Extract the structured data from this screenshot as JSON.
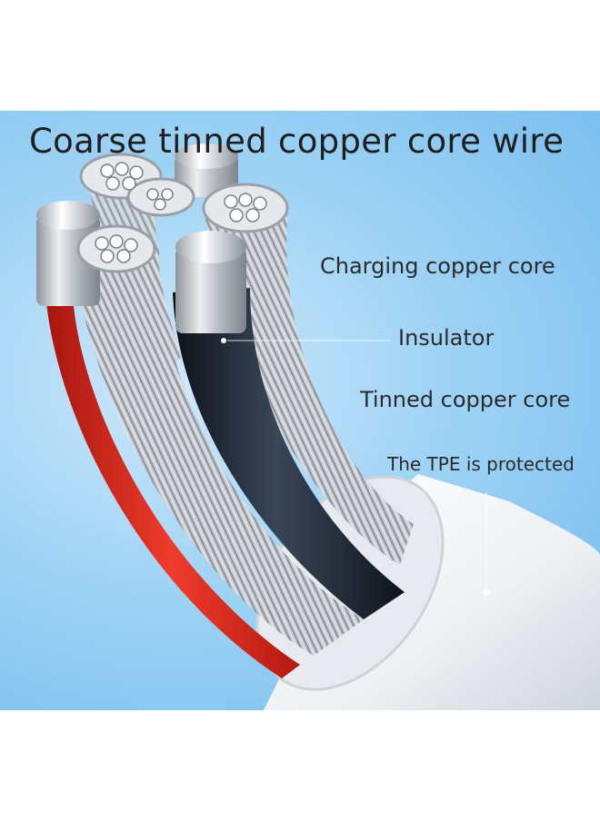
{
  "image": {
    "title": "Coarse tinned copper core wire",
    "labels": {
      "charging": "Charging copper core",
      "insulator": "Insulator",
      "tinned": "Tinned copper core",
      "tpe": "The TPE is protected"
    },
    "colors": {
      "background_blue": "#8ccbf3",
      "red_wire": "#e0261c",
      "black_wire": "#1a2230",
      "silver": "#c8ccd2",
      "jacket_white": "#f4f6f8"
    }
  }
}
